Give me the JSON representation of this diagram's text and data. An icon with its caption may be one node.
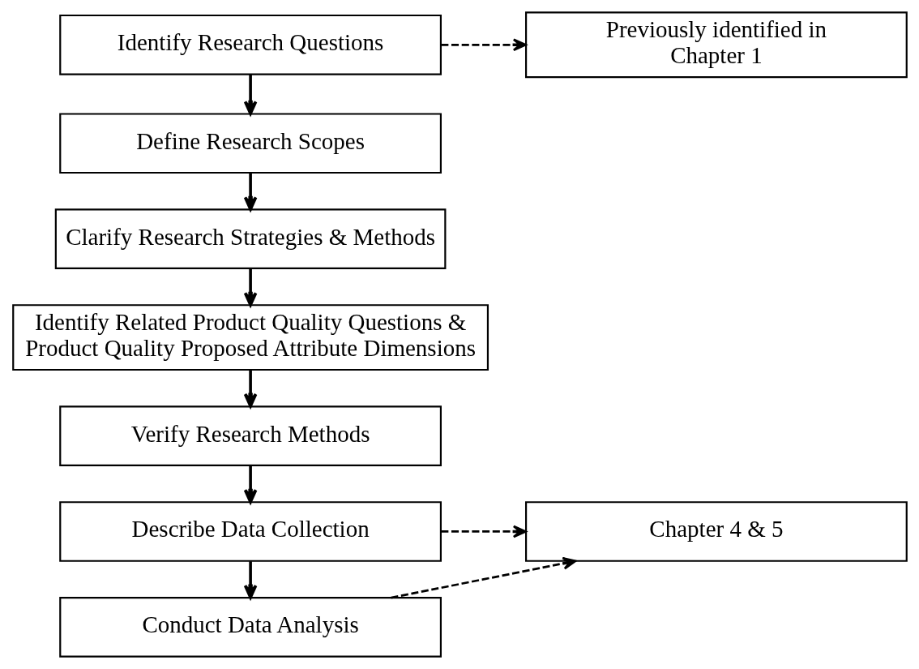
{
  "diagram": {
    "nodes": [
      {
        "text": [
          "Identify Research Questions"
        ]
      },
      {
        "text": [
          "Previously identified in Chapter 1"
        ]
      },
      {
        "text": [
          "Define Research Scopes"
        ]
      },
      {
        "text": [
          "Clarify Research Strategies & Methods"
        ]
      },
      {
        "text": [
          "Identify Related Product Quality Questions & Product Quality Proposed Attribute Dimensions"
        ]
      },
      {
        "text": [
          "Verify Research Methods"
        ]
      },
      {
        "text": [
          "Describe Data Collection"
        ]
      },
      {
        "text": [
          "Chapter 4 & 5"
        ]
      },
      {
        "text": [
          "Conduct Data Analysis"
        ]
      }
    ],
    "edges": [
      {
        "from": 0,
        "to": 1,
        "arrow": "to",
        "style": "dashed"
      },
      {
        "from": 0,
        "to": 2,
        "arrow": "to"
      },
      {
        "from": 2,
        "to": 3,
        "arrow": "to"
      },
      {
        "from": 3,
        "to": 4,
        "arrow": "to"
      },
      {
        "from": 4,
        "to": 5,
        "arrow": "to"
      },
      {
        "from": 5,
        "to": 6,
        "arrow": "to"
      },
      {
        "from": 6,
        "to": 8,
        "arrow": "to"
      },
      {
        "from": 6,
        "to": 7,
        "arrow": "to",
        "style": "dashed"
      },
      {
        "from": 8,
        "to": 7,
        "arrow": "to",
        "style": "dashed"
      }
    ]
  }
}
